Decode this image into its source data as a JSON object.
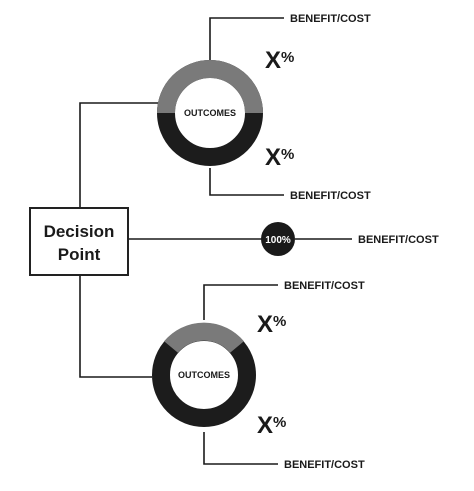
{
  "decision_point": {
    "line1": "Decision",
    "line2": "Point"
  },
  "branches": [
    {
      "outcomes_label": "OUTCOMES",
      "upper": {
        "percent_x": "X",
        "percent_sign": "%",
        "result_label": "BENEFIT/COST"
      },
      "lower": {
        "percent_x": "X",
        "percent_sign": "%",
        "result_label": "BENEFIT/COST"
      }
    },
    {
      "certain_label": "100%",
      "result_label": "BENEFIT/COST"
    },
    {
      "outcomes_label": "OUTCOMES",
      "upper": {
        "percent_x": "X",
        "percent_sign": "%",
        "result_label": "BENEFIT/COST"
      },
      "lower": {
        "percent_x": "X",
        "percent_sign": "%",
        "result_label": "BENEFIT/COST"
      }
    }
  ],
  "colors": {
    "line": "#1a1a1a",
    "ring_dark": "#1c1c1c",
    "ring_grey": "#7a7a7a",
    "box_border": "#222222"
  }
}
